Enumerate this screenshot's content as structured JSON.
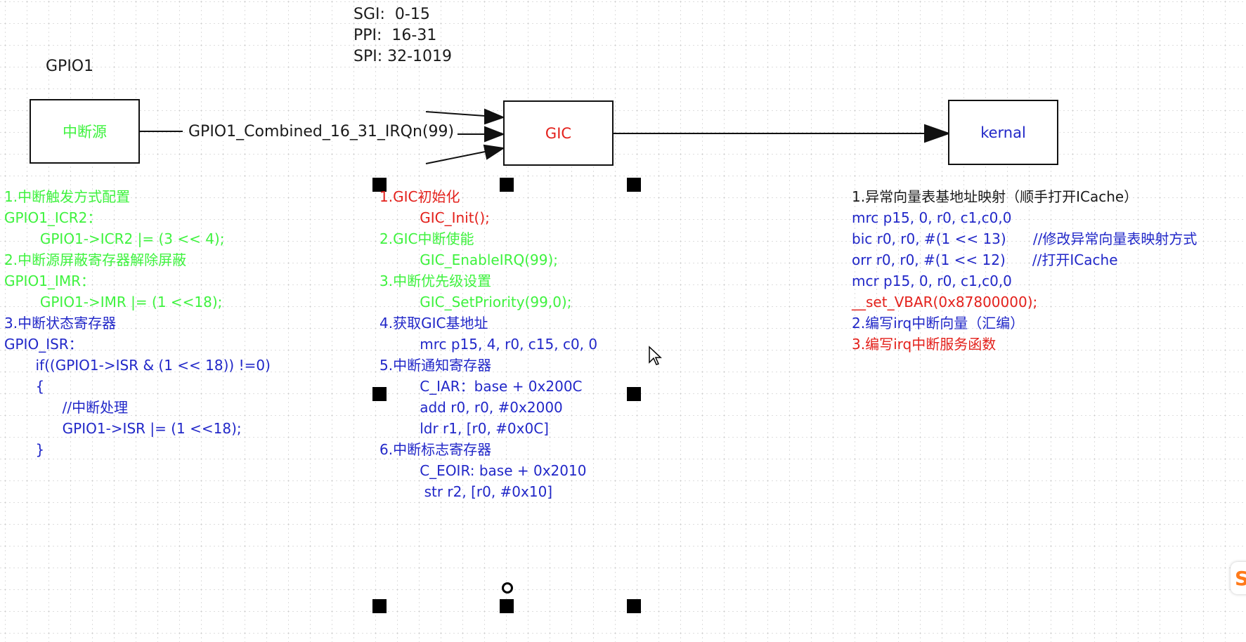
{
  "colors": {
    "green": "#3ef23e",
    "blue": "#2127c8",
    "red": "#e3201b",
    "black": "#1a1a1a"
  },
  "irq_ranges": {
    "sgi": "SGI:  0-15",
    "ppi": "PPI:  16-31",
    "spi": "SPI: 32-1019"
  },
  "gpio_label": "GPIO1",
  "boxes": {
    "source": "中断源",
    "gic": "GIC",
    "kernel": "kernal"
  },
  "irq_line_label": "GPIO1_Combined_16_31_IRQn(99)",
  "left_column": [
    {
      "text": "1.中断触发方式配置",
      "color": "green"
    },
    {
      "text": "GPIO1_ICR2：",
      "color": "green"
    },
    {
      "text": "        GPIO1->ICR2 |= (3 << 4);",
      "color": "green"
    },
    {
      "text": "2.中断源屏蔽寄存器解除屏蔽",
      "color": "green"
    },
    {
      "text": "GPIO1_IMR：",
      "color": "green"
    },
    {
      "text": "        GPIO1->IMR |= (1 <<18);",
      "color": "green"
    },
    {
      "text": "3.中断状态寄存器",
      "color": "blue"
    },
    {
      "text": "GPIO_ISR：",
      "color": "blue"
    },
    {
      "text": "       if((GPIO1->ISR & (1 << 18)) !=0)",
      "color": "blue"
    },
    {
      "text": "       {",
      "color": "blue"
    },
    {
      "text": "             //中断处理",
      "color": "blue"
    },
    {
      "text": "             GPIO1->ISR |= (1 <<18);",
      "color": "blue"
    },
    {
      "text": "       }",
      "color": "blue"
    }
  ],
  "middle_column": [
    {
      "text": "1.GIC初始化",
      "color": "red"
    },
    {
      "text": "         GIC_Init();",
      "color": "red"
    },
    {
      "text": "2.GIC中断使能",
      "color": "green"
    },
    {
      "text": "         GIC_EnableIRQ(99);",
      "color": "green"
    },
    {
      "text": "3.中断优先级设置",
      "color": "green"
    },
    {
      "text": "         GIC_SetPriority(99,0);",
      "color": "green"
    },
    {
      "text": "4.获取GIC基地址",
      "color": "blue"
    },
    {
      "text": "         mrc p15, 4, r0, c15, c0, 0",
      "color": "blue"
    },
    {
      "text": "5.中断通知寄存器",
      "color": "blue"
    },
    {
      "text": "         C_IAR：base + 0x200C",
      "color": "blue"
    },
    {
      "text": "         add r0, r0, #0x2000",
      "color": "blue"
    },
    {
      "text": "         ldr r1, [r0, #0x0C]",
      "color": "blue"
    },
    {
      "text": "",
      "color": "blue"
    },
    {
      "text": "6.中断标志寄存器",
      "color": "blue"
    },
    {
      "text": "         C_EOIR: base + 0x2010",
      "color": "blue"
    },
    {
      "text": "          str r2, [r0, #0x10]",
      "color": "blue"
    }
  ],
  "right_column": [
    {
      "text": "1.异常向量表基地址映射（顺手打开ICache）",
      "color": "black"
    },
    {
      "text": "",
      "color": "black"
    },
    {
      "text": "mrc p15, 0, r0, c1,c0,0",
      "color": "blue"
    },
    {
      "text": "bic r0, r0, #(1 << 13)      //修改异常向量表映射方式",
      "color": "blue"
    },
    {
      "text": "orr r0, r0, #(1 << 12)      //打开ICache",
      "color": "blue"
    },
    {
      "text": "mcr p15, 0, r0, c1,c0,0",
      "color": "blue"
    },
    {
      "text": "__set_VBAR(0x87800000);",
      "color": "red"
    },
    {
      "text": "2.编写irq中断向量（汇编）",
      "color": "blue"
    },
    {
      "text": "",
      "color": "blue"
    },
    {
      "text": "3.编写irq中断服务函数",
      "color": "red"
    }
  ]
}
